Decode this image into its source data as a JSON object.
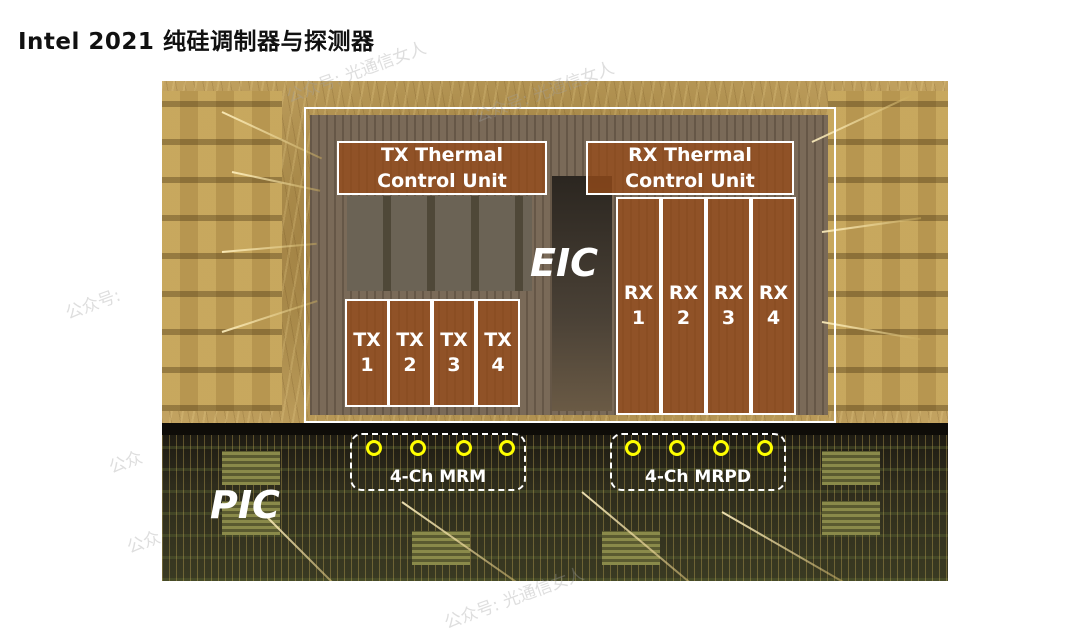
{
  "title": "Intel 2021 纯硅调制器与探测器",
  "watermarks": [
    "公众号: 光通信女人",
    "公众号: 光通信女人",
    "公众号:",
    "公众",
    "公众",
    "公众号: 光通信女人"
  ],
  "eic": {
    "label": "EIC",
    "tx_thermal": {
      "line1": "TX Thermal",
      "line2": "Control Unit"
    },
    "rx_thermal": {
      "line1": "RX Thermal",
      "line2": "Control Unit"
    },
    "tx_channels": [
      {
        "name": "TX",
        "num": "1"
      },
      {
        "name": "TX",
        "num": "2"
      },
      {
        "name": "TX",
        "num": "3"
      },
      {
        "name": "TX",
        "num": "4"
      }
    ],
    "rx_channels": [
      {
        "name": "RX",
        "num": "1"
      },
      {
        "name": "RX",
        "num": "2"
      },
      {
        "name": "RX",
        "num": "3"
      },
      {
        "name": "RX",
        "num": "4"
      }
    ]
  },
  "pic": {
    "label": "PIC",
    "mrm_label": "4-Ch MRM",
    "mrpd_label": "4-Ch MRPD"
  },
  "colors": {
    "label_fill": "#964b19",
    "ring": "#ffff00",
    "outline": "#ffffff"
  }
}
